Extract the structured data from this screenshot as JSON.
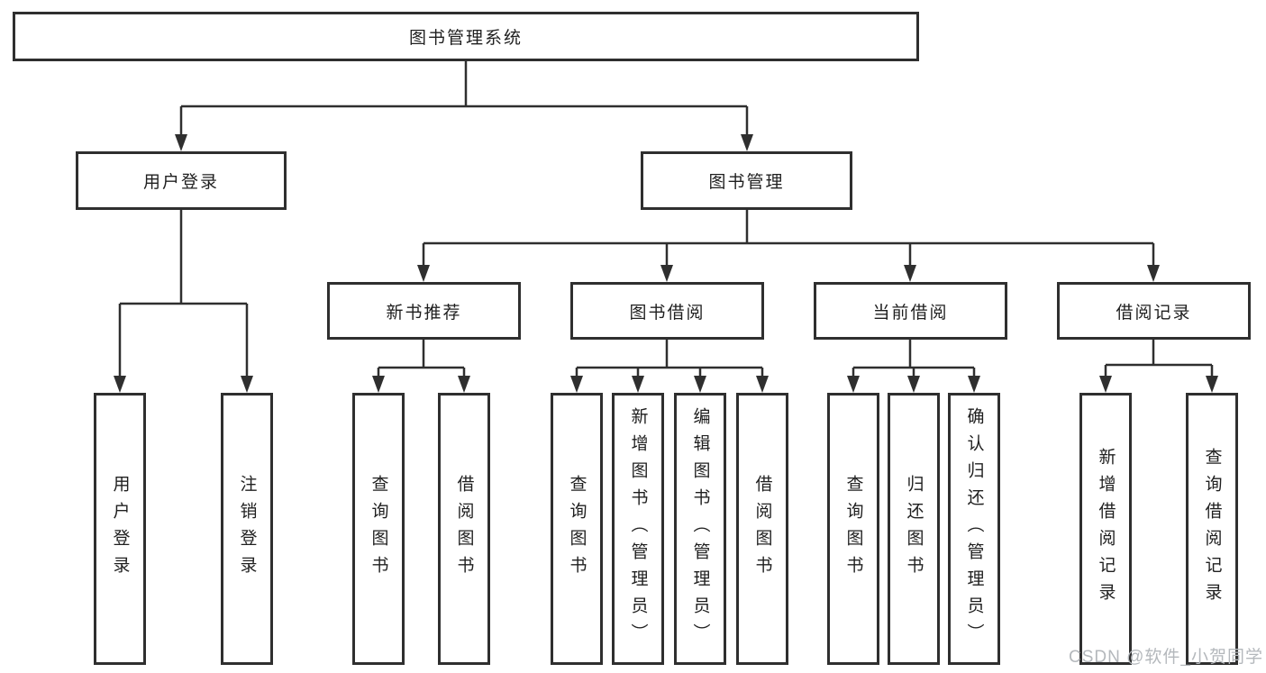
{
  "root": {
    "label": "图书管理系统"
  },
  "branches": [
    {
      "label": "用户登录"
    },
    {
      "label": "图书管理"
    }
  ],
  "modules": [
    {
      "label": "新书推荐"
    },
    {
      "label": "图书借阅"
    },
    {
      "label": "当前借阅"
    },
    {
      "label": "借阅记录"
    }
  ],
  "leaves": {
    "user_login": [
      {
        "label": "用户登录"
      },
      {
        "label": "注销登录"
      }
    ],
    "new_book": [
      {
        "label": "查询图书"
      },
      {
        "label": "借阅图书"
      }
    ],
    "book_borrow": [
      {
        "label": "查询图书"
      },
      {
        "label": "新增图书（管理员）"
      },
      {
        "label": "编辑图书（管理员）"
      },
      {
        "label": "借阅图书"
      }
    ],
    "current_borrow": [
      {
        "label": "查询图书"
      },
      {
        "label": "归还图书"
      },
      {
        "label": "确认归还（管理员）"
      }
    ],
    "borrow_record": [
      {
        "label": "新增借阅记录"
      },
      {
        "label": "查询借阅记录"
      }
    ]
  },
  "watermark": {
    "text": "CSDN @软件_小贺同学",
    "color": "#b4b8bc"
  },
  "colors": {
    "line": "#2f2f2f",
    "box_border": "#2f2f2f",
    "box_background": "#ffffff",
    "text": "#1f1f1f"
  }
}
